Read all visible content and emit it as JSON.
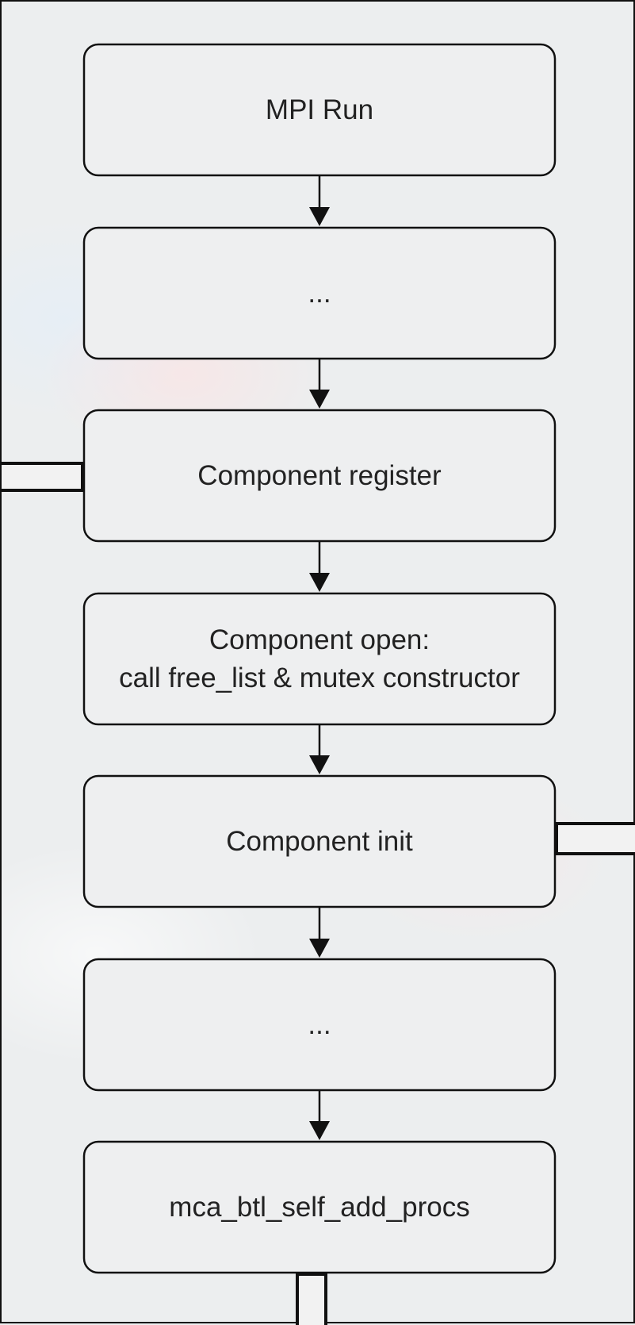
{
  "diagram": {
    "nodes": [
      {
        "id": "mpi-run",
        "lines": [
          "MPI Run"
        ]
      },
      {
        "id": "ellipsis-1",
        "lines": [
          "..."
        ]
      },
      {
        "id": "component-register",
        "lines": [
          "Component register"
        ]
      },
      {
        "id": "component-open",
        "lines": [
          "Component open:",
          "call free_list & mutex constructor"
        ]
      },
      {
        "id": "component-init",
        "lines": [
          "Component init"
        ]
      },
      {
        "id": "ellipsis-2",
        "lines": [
          "..."
        ]
      },
      {
        "id": "mca-btl-self-add-procs",
        "lines": [
          "mca_btl_self_add_procs"
        ]
      }
    ],
    "edges": [
      {
        "from": "mpi-run",
        "to": "ellipsis-1"
      },
      {
        "from": "ellipsis-1",
        "to": "component-register"
      },
      {
        "from": "component-register",
        "to": "component-open"
      },
      {
        "from": "component-open",
        "to": "component-init"
      },
      {
        "from": "component-init",
        "to": "ellipsis-2"
      },
      {
        "from": "ellipsis-2",
        "to": "mca-btl-self-add-procs"
      }
    ],
    "offpage_connectors": [
      {
        "attached_to": "component-register",
        "side": "left"
      },
      {
        "attached_to": "component-init",
        "side": "right"
      },
      {
        "attached_to": "mca-btl-self-add-procs",
        "side": "bottom"
      }
    ]
  }
}
